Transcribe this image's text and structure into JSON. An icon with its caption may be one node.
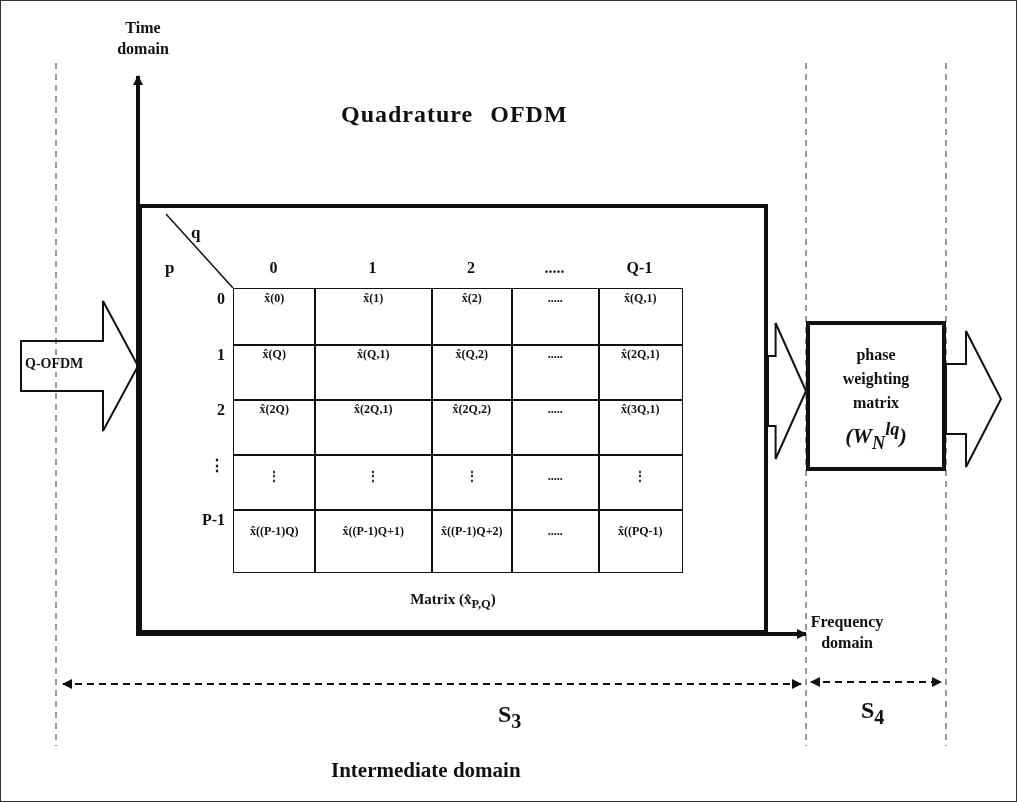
{
  "diagram": {
    "title": "Quadrature OFDM",
    "nodes": [
      {
        "text": [
          "Matrix (x̂$_{P,Q}$)"
        ]
      },
      {
        "text": [
          "phase weighting matrix",
          "(W$_{N}$$^{lq}$)"
        ]
      }
    ],
    "edges": [
      {
        "from": null,
        "to": 0,
        "arrow": "to",
        "label": "Q-OFDM"
      },
      {
        "from": 0,
        "to": 1,
        "arrow": "to"
      },
      {
        "from": 1,
        "to": null,
        "arrow": "to"
      }
    ],
    "labels": [
      "Time domain",
      "q",
      "p",
      "0",
      "1",
      "2",
      ".....",
      "Q-1",
      "0",
      "x̂(0)",
      "x̂(1)",
      "x̂(2)",
      ".....",
      "x̂(Q,1)",
      "1",
      "x̂(Q)",
      "x̂(Q,1)",
      "x̂(Q,2)",
      ".....",
      "x̂(2Q,1)",
      "2",
      "x̂(2Q)",
      "x̂(2Q,1)",
      "x̂(2Q,2)",
      ".....",
      "x̂(3Q,1)",
      "⋮",
      "⋮",
      "⋮",
      "⋮",
      ".....",
      "⋮",
      "P-1",
      "x̂((P-1)Q)",
      "x̂((P-1)Q+1)",
      "x̂((P-1)Q+2)",
      ".....",
      "x̂((PQ-1)",
      "Frequency domain",
      "S$_{3}$",
      "S$_{4}$",
      "Intermediate domain"
    ]
  }
}
